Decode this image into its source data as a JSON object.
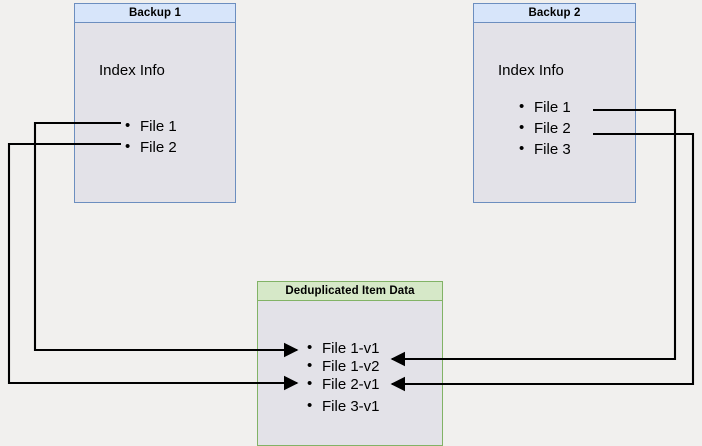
{
  "page": {
    "background_color": "#f1f0ee",
    "title": "Backup deduplication diagram"
  },
  "boxes": {
    "backup1": {
      "title": "Backup 1",
      "subtitle": "Index Info",
      "border_color": "#6c8ebf",
      "header_color": "#d7e5fa",
      "body_color": "#e3e2e8",
      "items": [
        {
          "label": "File 1"
        },
        {
          "label": "File 2"
        }
      ]
    },
    "backup2": {
      "title": "Backup 2",
      "subtitle": "Index Info",
      "border_color": "#6c8ebf",
      "header_color": "#d7e5fa",
      "body_color": "#e3e2e8",
      "items": [
        {
          "label": "File 1"
        },
        {
          "label": "File 2"
        },
        {
          "label": "File 3"
        }
      ]
    },
    "dedup": {
      "title": "Deduplicated Item Data",
      "border_color": "#82b366",
      "header_color": "#d6e8c8",
      "body_color": "#e3e2e8",
      "items": [
        {
          "label": "File 1-v1"
        },
        {
          "label": "File 1-v2"
        },
        {
          "label": "File 2-v1"
        },
        {
          "label": "File 3-v1"
        }
      ]
    }
  },
  "connectors": {
    "stroke_color": "#000000",
    "edges": [
      {
        "from": "backup1.File 1",
        "to": "dedup.File 1-v1",
        "direction": "left-route"
      },
      {
        "from": "backup1.File 2",
        "to": "dedup.File 2-v1",
        "direction": "left-route"
      },
      {
        "from": "backup2.File 1",
        "to": "dedup.File 1-v2",
        "direction": "right-route"
      },
      {
        "from": "backup2.File 2",
        "to": "dedup.File 2-v1",
        "direction": "right-route"
      }
    ]
  }
}
